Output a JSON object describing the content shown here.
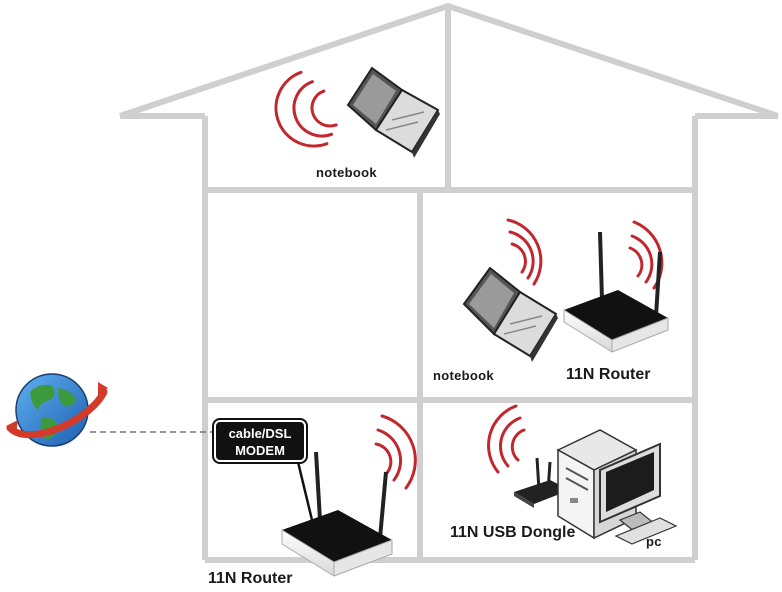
{
  "labels": {
    "notebook_attic": "notebook",
    "notebook_room": "notebook",
    "router_room": "11N Router",
    "usb_dongle": "11N USB Dongle",
    "pc": "pc",
    "router_main": "11N Router",
    "modem_line1": "cable/DSL",
    "modem_line2": "MODEM"
  },
  "icons": [
    "globe-icon",
    "notebook-icon",
    "router-icon",
    "usb-dongle-icon",
    "pc-icon",
    "wifi-signal-icon"
  ],
  "colors": {
    "house_outline": "#cfcfcf",
    "signal": "#c0282d",
    "globe_ocean": "#2f7fd0",
    "globe_land": "#3c9a3c",
    "globe_ring": "#d23a2a",
    "router_top": "#111111",
    "router_body": "#f2f2f2"
  }
}
